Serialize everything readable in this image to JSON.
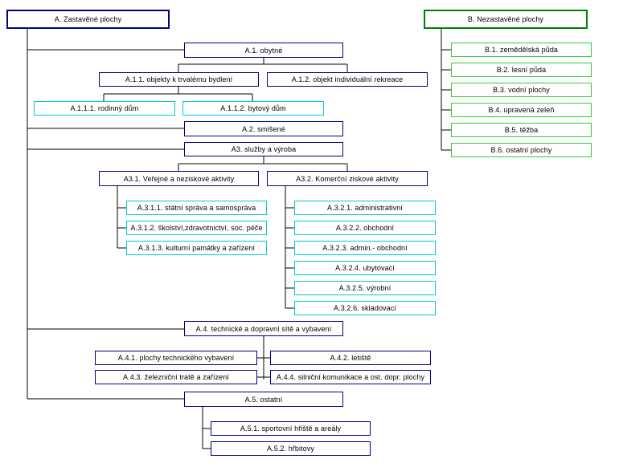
{
  "diagram": {
    "A": "A. Zastavěné plochy",
    "B": "B. Nezastavěné plochy",
    "A1": "A.1. obytné",
    "A11": "A.1.1. objekty k trvalému bydlení",
    "A12": "A.1.2. objekt individuální rekreace",
    "A111": "A.1.1.1. rodinný dům",
    "A112": "A.1.1.2. bytový dům",
    "A2": "A.2. smíšené",
    "A3": "A3. služby a výroba",
    "A31": "A3.1. Veřejné a neziskové aktivity",
    "A32": "A3.2. Komerční ziskové aktivity",
    "A311": "A.3.1.1. státní správa a samospráva",
    "A312": "A.3.1.2. školství,zdravotnictví, soc. péče",
    "A313": "A.3.1.3. kulturní památky a zařízení",
    "A321": "A.3.2.1. administrativní",
    "A322": "A.3.2.2. obchodní",
    "A323": "A.3.2.3. admin.- obchodní",
    "A324": "A.3.2.4. ubytovací",
    "A325": "A.3.2.5. výrobní",
    "A326": "A.3.2.6. skladovací",
    "A4": "A.4. technické a dopravní sítě a vybavení",
    "A41": "A.4.1. plochy technického vybavení",
    "A42": "A.4.2. letiště",
    "A43": "A.4.3. železniční tratě a zařízení",
    "A44": "A.4.4. silniční komunikace a ost. dopr. plochy",
    "A5": "A.5. ostatní",
    "A51": "A.5.1. sportovní hřiště a areály",
    "A52": "A.5.2. hřbitovy",
    "B1": "B.1. zemědělská půda",
    "B2": "B.2. lesní půda",
    "B3": "B.3. vodní plochy",
    "B4": "B.4. upravená zeleň",
    "B5": "B.5. těžba",
    "B6": "B.6. ostatní plochy"
  },
  "colors": {
    "navy": "#000080",
    "green": "#008000",
    "light_green": "#33cc33",
    "cyan": "#00cccc"
  }
}
